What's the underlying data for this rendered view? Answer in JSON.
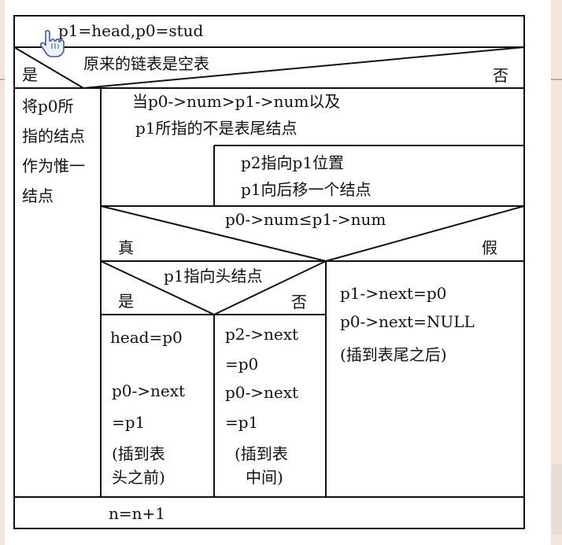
{
  "diagram": {
    "init": "p1=head,p0=stud",
    "cond1": {
      "question": "原来的链表是空表",
      "yes": "是",
      "no": "否"
    },
    "empty_action": [
      "将p0所",
      "指的结点",
      "作为惟一",
      "结点"
    ],
    "loop": {
      "condition": [
        "当p0->num>p1->num以及",
        "p1所指的不是表尾结点"
      ],
      "body": [
        "p2指向p1位置",
        "p1向后移一个结点"
      ]
    },
    "cond2": {
      "question": "p0->num≤p1->num",
      "true": "真",
      "false": "假"
    },
    "cond3": {
      "question": "p1指向头结点",
      "yes": "是",
      "no": "否"
    },
    "head_action": [
      "head=p0",
      "p0->next",
      "=p1",
      "(插到表",
      "头之前)"
    ],
    "middle_action": [
      "p2->next",
      "=p0",
      "p0->next",
      "=p1",
      "(插到表",
      "中间)"
    ],
    "tail_action": [
      "p1->next=p0",
      "p0->next=NULL",
      "(插到表尾之后)"
    ],
    "final": "n=n+1"
  },
  "icons": {
    "cursor": "hand-pointer-icon"
  }
}
